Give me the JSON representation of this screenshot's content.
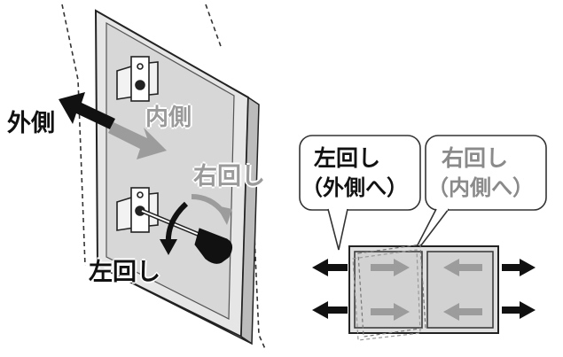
{
  "labels": {
    "outside": "外側",
    "inside": "内側",
    "turn_right": "右回し",
    "turn_left": "左回し"
  },
  "callouts": {
    "left": {
      "line1": "左回し",
      "line2": "（外側へ）"
    },
    "right": {
      "line1": "右回し",
      "line2": "（内側へ）"
    }
  },
  "colors": {
    "ink": "#111111",
    "gray_text": "#8a8a8a",
    "arrow_gray": "#9c9c9c",
    "panel_face": "#d9d9d9",
    "panel_edge": "#bcbcbc"
  }
}
